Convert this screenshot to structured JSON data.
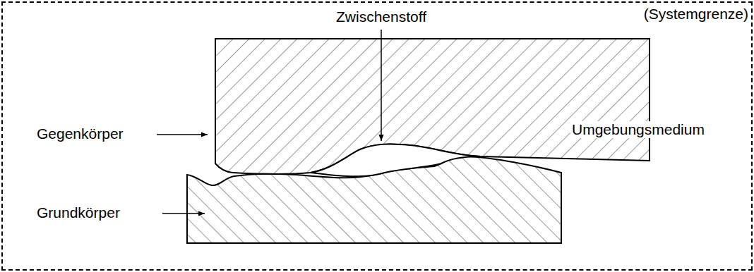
{
  "diagram": {
    "nodes": [
      {
        "text": [
          "(Systemgrenze)"
        ]
      }
    ],
    "labels": [
      "Zwischenstoff",
      "Gegenkörper",
      "Grundkörper",
      "Umgebungsmedium"
    ]
  }
}
